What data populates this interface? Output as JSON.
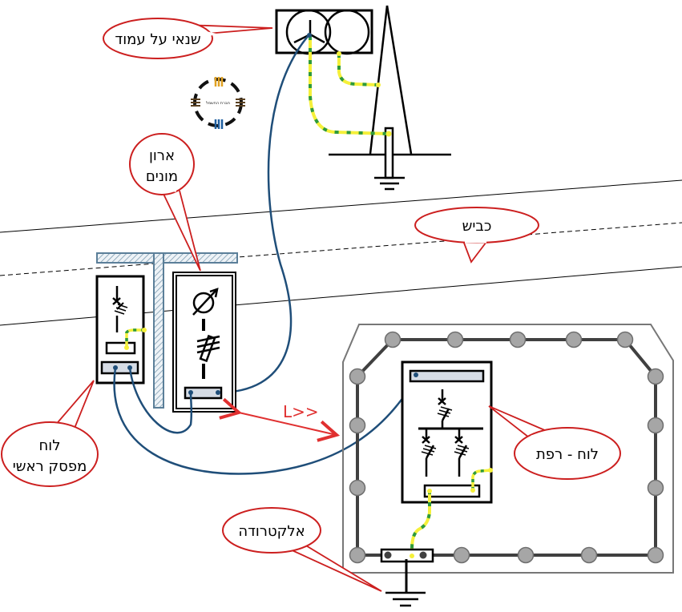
{
  "diagram": {
    "title": "Electrical installation grounding diagram",
    "callouts": {
      "pole_transformer": "שנאי על עמוד",
      "meter_cabinet_line1": "ארון",
      "meter_cabinet_line2": "מונים",
      "road": "כביש",
      "main_breaker_panel_line1": "לוח",
      "main_breaker_panel_line2": "מפסק ראשי",
      "barn_panel": "לוח - רפת",
      "electrode": "אלקטרודה"
    },
    "distance_label": "L>>",
    "logo_text": "חברת החשמל",
    "components": [
      "pole-transformer",
      "utility-pole",
      "pole-ground-electrode",
      "meter-cabinet",
      "main-breaker-panel",
      "barn-panel",
      "foundation-ground-ring",
      "electrode-ground"
    ],
    "colors": {
      "callout_border": "#cc1f1f",
      "phase_cable": "#1f4e79",
      "ground_wire_yellow": "#f5f03a",
      "ground_wire_green": "#2e9a3c",
      "ring_node": "#a6a6a6",
      "busbar_fill": "#d6dce5",
      "wall_hatch": "#5b7f99"
    }
  }
}
